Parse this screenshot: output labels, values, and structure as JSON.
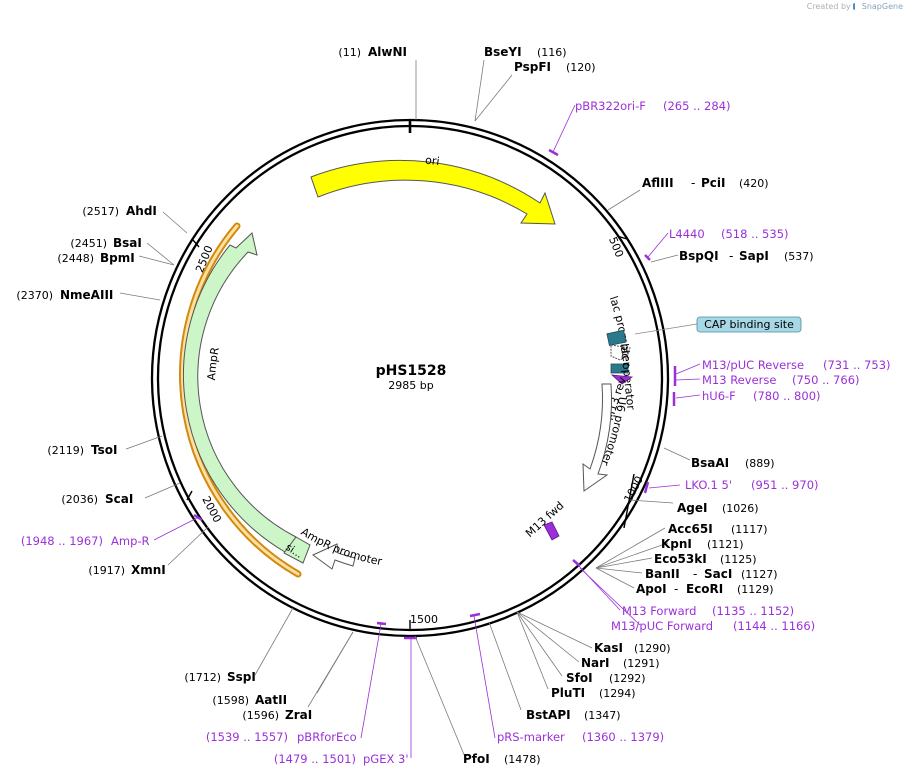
{
  "credit": {
    "prefix": "Created by",
    "brand": "SnapGene"
  },
  "plasmid": {
    "name": "pHS1528",
    "size": "2985 bp"
  },
  "colors": {
    "ori": "#ffff00",
    "ampr": "#ccf5c8",
    "ampr_promoter": "#ffffff",
    "lac_promoter": "#ffffff",
    "u6_promoter": "#ffffff",
    "lac_operator": "#2b7a8c",
    "cap_site": "#2b7a8c",
    "cap_label_bg": "#a8d8e6",
    "primer": "#9b30d9",
    "highlight": "#f0b040",
    "enzyme": "#000000"
  },
  "ticks": [
    "500",
    "1000",
    "1500",
    "2000",
    "2500"
  ],
  "features": {
    "ori": "ori",
    "ampr": "AmpR",
    "ampr_promoter": "AmpR promoter",
    "signal": "si...",
    "lac_promoter": "lac promoter",
    "lac_operator": "lac operator",
    "m13_rev": "M13 rev",
    "u6_promoter": "U6 promoter",
    "m13_fwd": "M13 fwd",
    "cap": "CAP binding site"
  },
  "enzymes": [
    {
      "name": "AlwNI",
      "pos": "(11)"
    },
    {
      "name": "BseYI",
      "pos": "(116)"
    },
    {
      "name": "PspFI",
      "pos": "(120)"
    },
    {
      "name": "AflIII",
      "name2": "PciI",
      "pos": "(420)"
    },
    {
      "name": "BspQI",
      "name2": "SapI",
      "pos": "(537)"
    },
    {
      "name": "BsaAI",
      "pos": "(889)"
    },
    {
      "name": "AgeI",
      "pos": "(1026)"
    },
    {
      "name": "Acc65I",
      "pos": "(1117)"
    },
    {
      "name": "KpnI",
      "pos": "(1121)"
    },
    {
      "name": "Eco53kI",
      "pos": "(1125)"
    },
    {
      "name": "BanII",
      "name2": "SacI",
      "pos": "(1127)"
    },
    {
      "name": "ApoI",
      "name2": "EcoRI",
      "pos": "(1129)"
    },
    {
      "name": "KasI",
      "pos": "(1290)"
    },
    {
      "name": "NarI",
      "pos": "(1291)"
    },
    {
      "name": "SfoI",
      "pos": "(1292)"
    },
    {
      "name": "PluTI",
      "pos": "(1294)"
    },
    {
      "name": "BstAPI",
      "pos": "(1347)"
    },
    {
      "name": "PfoI",
      "pos": "(1478)"
    },
    {
      "name": "ZraI",
      "pos": "(1596)"
    },
    {
      "name": "AatII",
      "pos": "(1598)"
    },
    {
      "name": "SspI",
      "pos": "(1712)"
    },
    {
      "name": "XmnI",
      "pos": "(1917)"
    },
    {
      "name": "ScaI",
      "pos": "(2036)"
    },
    {
      "name": "TsoI",
      "pos": "(2119)"
    },
    {
      "name": "NmeAIII",
      "pos": "(2370)"
    },
    {
      "name": "BpmI",
      "pos": "(2448)"
    },
    {
      "name": "BsaI",
      "pos": "(2451)"
    },
    {
      "name": "AhdI",
      "pos": "(2517)"
    }
  ],
  "primers": [
    {
      "name": "pBR322ori-F",
      "range": "(265 .. 284)"
    },
    {
      "name": "L4440",
      "range": "(518 .. 535)"
    },
    {
      "name": "M13/pUC Reverse",
      "range": "(731 .. 753)"
    },
    {
      "name": "M13 Reverse",
      "range": "(750 .. 766)"
    },
    {
      "name": "hU6-F",
      "range": "(780 .. 800)"
    },
    {
      "name": "LKO.1 5'",
      "range": "(951 .. 970)"
    },
    {
      "name": "M13 Forward",
      "range": "(1135 .. 1152)"
    },
    {
      "name": "M13/pUC Forward",
      "range": "(1144 .. 1166)"
    },
    {
      "name": "pRS-marker",
      "range": "(1360 .. 1379)"
    },
    {
      "name": "pBRforEco",
      "range": "(1539 .. 1557)"
    },
    {
      "name": "pGEX 3'",
      "range": "(1479 .. 1501)"
    },
    {
      "name": "Amp-R",
      "range": "(1948 .. 1967)"
    }
  ]
}
